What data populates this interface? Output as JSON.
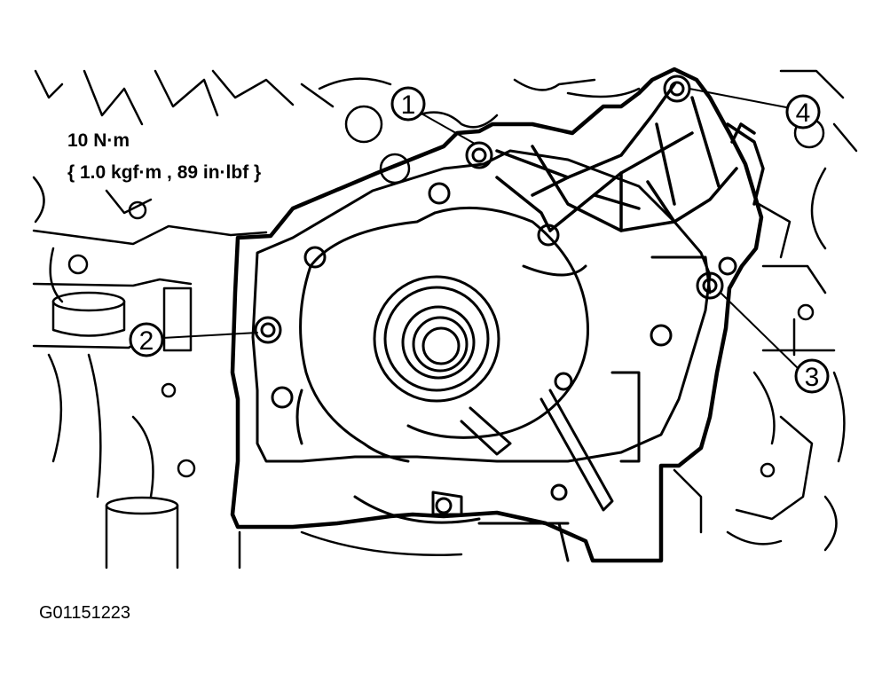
{
  "torque_spec": {
    "line1": "10 N·m",
    "line2": "{ 1.0 kgf·m , 89 in·lbf }"
  },
  "callouts": [
    {
      "id": "1",
      "label": "1"
    },
    {
      "id": "2",
      "label": "2"
    },
    {
      "id": "3",
      "label": "3"
    },
    {
      "id": "4",
      "label": "4"
    }
  ],
  "figure_code": "G01151223",
  "colors": {
    "line": "#000000",
    "background": "#ffffff"
  }
}
